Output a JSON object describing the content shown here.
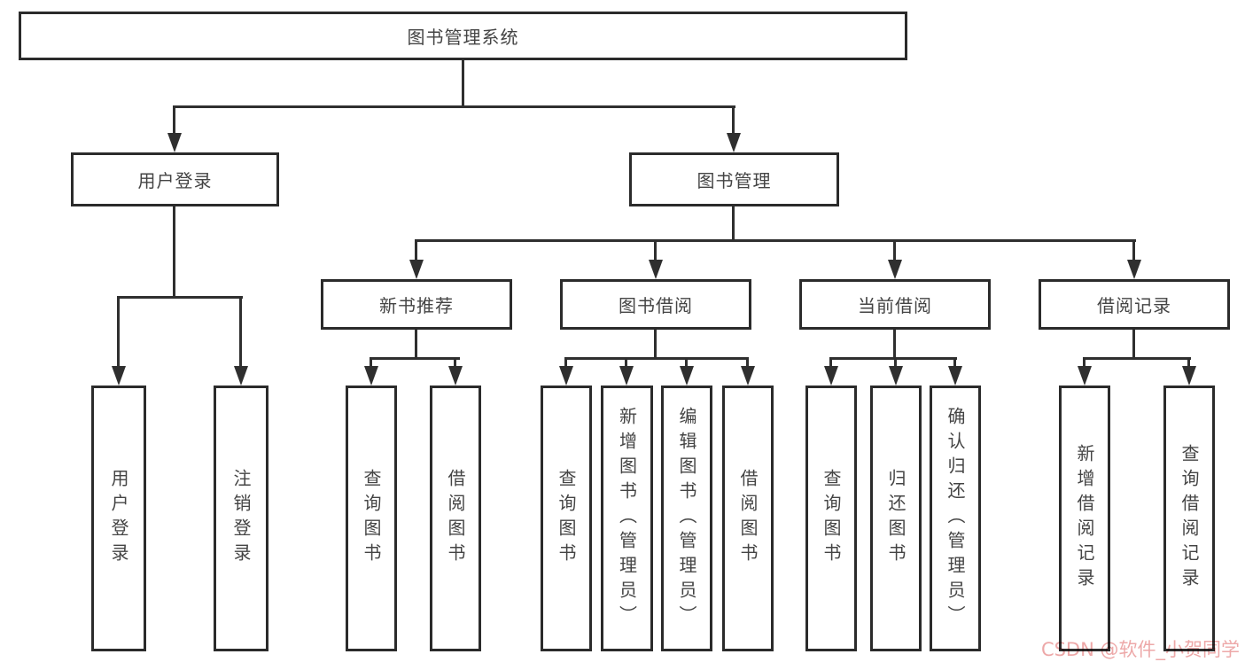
{
  "tree": {
    "root": {
      "label": "图书管理系统",
      "children": [
        {
          "label": "用户登录",
          "children": [
            {
              "label": "用户登录"
            },
            {
              "label": "注销登录"
            }
          ]
        },
        {
          "label": "图书管理",
          "children": [
            {
              "label": "新书推荐",
              "children": [
                {
                  "label": "查询图书"
                },
                {
                  "label": "借阅图书"
                }
              ]
            },
            {
              "label": "图书借阅",
              "children": [
                {
                  "label": "查询图书"
                },
                {
                  "label": "新增图书（管理员）"
                },
                {
                  "label": "编辑图书（管理员）"
                },
                {
                  "label": "借阅图书"
                }
              ]
            },
            {
              "label": "当前借阅",
              "children": [
                {
                  "label": "查询图书"
                },
                {
                  "label": "归还图书"
                },
                {
                  "label": "确认归还（管理员）"
                }
              ]
            },
            {
              "label": "借阅记录",
              "children": [
                {
                  "label": "新增借阅记录"
                },
                {
                  "label": "查询借阅记录"
                }
              ]
            }
          ]
        }
      ]
    }
  },
  "watermark": {
    "text": "CSDN @软件_小贺同学",
    "color": "#de6060"
  },
  "colors": {
    "box_border": "#2b2b2b",
    "box_fill": "#ffffff",
    "text": "#444444",
    "connector": "#2f2f2f"
  }
}
